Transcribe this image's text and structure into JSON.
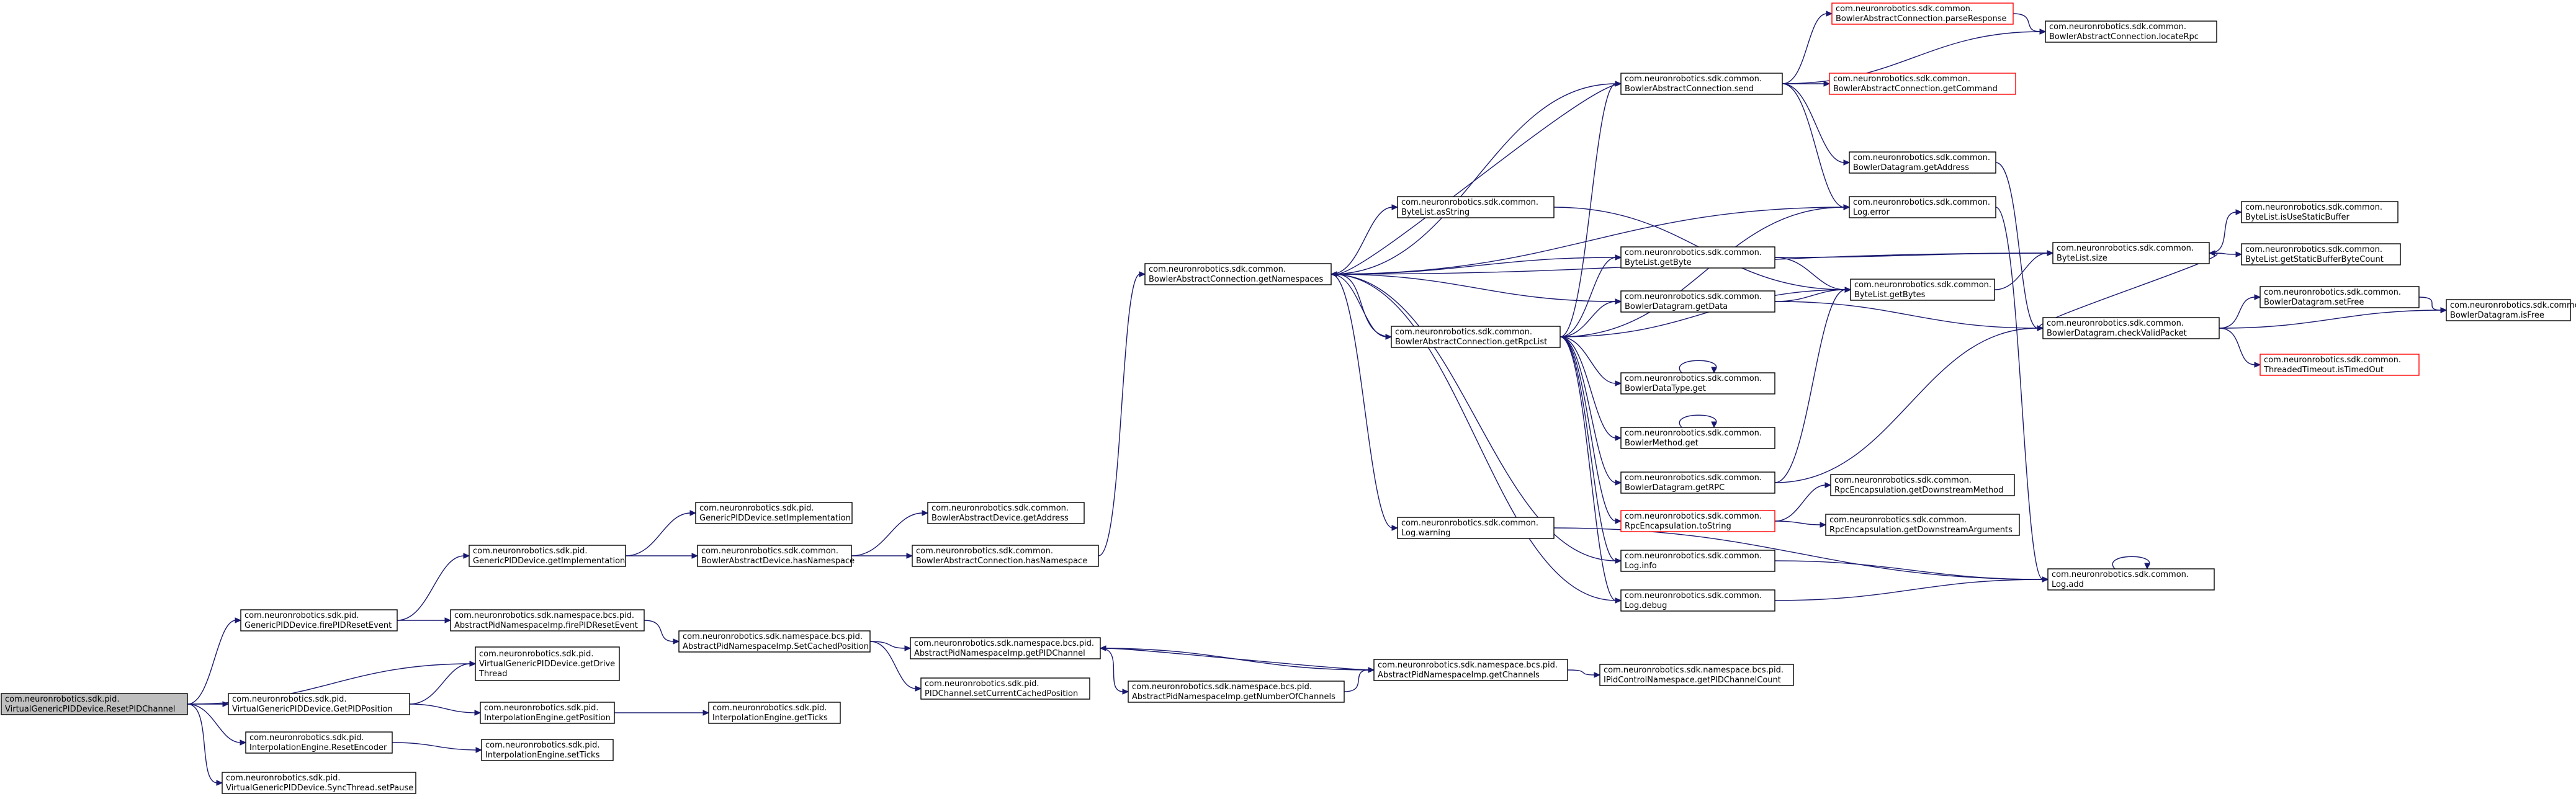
{
  "colors": {
    "edge": "#191970",
    "root_fill": "#bfbfbf",
    "highlight_border": "#ff0000",
    "border": "#000000"
  },
  "nodes": [
    {
      "id": "root",
      "lines": [
        "com.neuronrobotics.sdk.pid.",
        "VirtualGenericPIDDevice.ResetPIDChannel"
      ],
      "style": "root"
    },
    {
      "id": "firePIDResetEvent",
      "lines": [
        "com.neuronrobotics.sdk.pid.",
        "GenericPIDDevice.firePIDResetEvent"
      ]
    },
    {
      "id": "getDriveThread",
      "lines": [
        "com.neuronrobotics.sdk.pid.",
        "VirtualGenericPIDDevice.getDrive",
        "Thread"
      ]
    },
    {
      "id": "GetPIDPosition",
      "lines": [
        "com.neuronrobotics.sdk.pid.",
        "VirtualGenericPIDDevice.GetPIDPosition"
      ]
    },
    {
      "id": "ResetEncoder",
      "lines": [
        "com.neuronrobotics.sdk.pid.",
        "InterpolationEngine.ResetEncoder"
      ]
    },
    {
      "id": "setPause",
      "lines": [
        "com.neuronrobotics.sdk.pid.",
        "VirtualGenericPIDDevice.SyncThread.setPause"
      ]
    },
    {
      "id": "getImplementation",
      "lines": [
        "com.neuronrobotics.sdk.pid.",
        "GenericPIDDevice.getImplementation"
      ]
    },
    {
      "id": "absFirePIDResetEvent",
      "lines": [
        "com.neuronrobotics.sdk.namespace.bcs.pid.",
        "AbstractPidNamespaceImp.firePIDResetEvent"
      ]
    },
    {
      "id": "getPosition",
      "lines": [
        "com.neuronrobotics.sdk.pid.",
        "InterpolationEngine.getPosition"
      ]
    },
    {
      "id": "setTicks",
      "lines": [
        "com.neuronrobotics.sdk.pid.",
        "InterpolationEngine.setTicks"
      ]
    },
    {
      "id": "setImplementation",
      "lines": [
        "com.neuronrobotics.sdk.pid.",
        "GenericPIDDevice.setImplementation"
      ]
    },
    {
      "id": "devHasNamespace",
      "lines": [
        "com.neuronrobotics.sdk.common.",
        "BowlerAbstractDevice.hasNamespace"
      ]
    },
    {
      "id": "SetCachedPosition",
      "lines": [
        "com.neuronrobotics.sdk.namespace.bcs.pid.",
        "AbstractPidNamespaceImp.SetCachedPosition"
      ]
    },
    {
      "id": "getTicks",
      "lines": [
        "com.neuronrobotics.sdk.pid.",
        "InterpolationEngine.getTicks"
      ]
    },
    {
      "id": "devGetAddress",
      "lines": [
        "com.neuronrobotics.sdk.common.",
        "BowlerAbstractDevice.getAddress"
      ]
    },
    {
      "id": "connHasNamespace",
      "lines": [
        "com.neuronrobotics.sdk.common.",
        "BowlerAbstractConnection.hasNamespace"
      ]
    },
    {
      "id": "getPIDChannel",
      "lines": [
        "com.neuronrobotics.sdk.namespace.bcs.pid.",
        "AbstractPidNamespaceImp.getPIDChannel"
      ]
    },
    {
      "id": "setCurrentCachedPosition",
      "lines": [
        "com.neuronrobotics.sdk.pid.",
        "PIDChannel.setCurrentCachedPosition"
      ]
    },
    {
      "id": "getNumberOfChannels",
      "lines": [
        "com.neuronrobotics.sdk.namespace.bcs.pid.",
        "AbstractPidNamespaceImp.getNumberOfChannels"
      ]
    },
    {
      "id": "getChannels",
      "lines": [
        "com.neuronrobotics.sdk.namespace.bcs.pid.",
        "AbstractPidNamespaceImp.getChannels"
      ]
    },
    {
      "id": "getPIDChannelCount",
      "lines": [
        "com.neuronrobotics.sdk.namespace.bcs.pid.",
        "IPidControlNamespace.getPIDChannelCount"
      ]
    },
    {
      "id": "getNamespaces",
      "lines": [
        "com.neuronrobotics.sdk.common.",
        "BowlerAbstractConnection.getNamespaces"
      ]
    },
    {
      "id": "asString",
      "lines": [
        "com.neuronrobotics.sdk.common.",
        "ByteList.asString"
      ]
    },
    {
      "id": "getRpcList",
      "lines": [
        "com.neuronrobotics.sdk.common.",
        "BowlerAbstractConnection.getRpcList"
      ]
    },
    {
      "id": "warning",
      "lines": [
        "com.neuronrobotics.sdk.common.",
        "Log.warning"
      ]
    },
    {
      "id": "send",
      "lines": [
        "com.neuronrobotics.sdk.common.",
        "BowlerAbstractConnection.send"
      ]
    },
    {
      "id": "parseResponse",
      "lines": [
        "com.neuronrobotics.sdk.common.",
        "BowlerAbstractConnection.parseResponse"
      ],
      "style": "red"
    },
    {
      "id": "locateRpc",
      "lines": [
        "com.neuronrobotics.sdk.common.",
        "BowlerAbstractConnection.locateRpc"
      ]
    },
    {
      "id": "getCommand",
      "lines": [
        "com.neuronrobotics.sdk.common.",
        "BowlerAbstractConnection.getCommand"
      ],
      "style": "red"
    },
    {
      "id": "dgGetAddress",
      "lines": [
        "com.neuronrobotics.sdk.common.",
        "BowlerDatagram.getAddress"
      ]
    },
    {
      "id": "error",
      "lines": [
        "com.neuronrobotics.sdk.common.",
        "Log.error"
      ]
    },
    {
      "id": "getByte",
      "lines": [
        "com.neuronrobotics.sdk.common.",
        "ByteList.getByte"
      ]
    },
    {
      "id": "getData",
      "lines": [
        "com.neuronrobotics.sdk.common.",
        "BowlerDatagram.getData"
      ]
    },
    {
      "id": "getBytes",
      "lines": [
        "com.neuronrobotics.sdk.common.",
        "ByteList.getBytes"
      ]
    },
    {
      "id": "dataTypeGet",
      "lines": [
        "com.neuronrobotics.sdk.common.",
        "BowlerDataType.get"
      ]
    },
    {
      "id": "methodGet",
      "lines": [
        "com.neuronrobotics.sdk.common.",
        "BowlerMethod.get"
      ]
    },
    {
      "id": "getRPC",
      "lines": [
        "com.neuronrobotics.sdk.common.",
        "BowlerDatagram.getRPC"
      ]
    },
    {
      "id": "toString",
      "lines": [
        "com.neuronrobotics.sdk.common.",
        "RpcEncapsulation.toString"
      ],
      "style": "red"
    },
    {
      "id": "info",
      "lines": [
        "com.neuronrobotics.sdk.common.",
        "Log.info"
      ]
    },
    {
      "id": "debug",
      "lines": [
        "com.neuronrobotics.sdk.common.",
        "Log.debug"
      ]
    },
    {
      "id": "size",
      "lines": [
        "com.neuronrobotics.sdk.common.",
        "ByteList.size"
      ]
    },
    {
      "id": "checkValidPacket",
      "lines": [
        "com.neuronrobotics.sdk.common.",
        "BowlerDatagram.checkValidPacket"
      ]
    },
    {
      "id": "getDownstreamMethod",
      "lines": [
        "com.neuronrobotics.sdk.common.",
        "RpcEncapsulation.getDownstreamMethod"
      ]
    },
    {
      "id": "getDownstreamArguments",
      "lines": [
        "com.neuronrobotics.sdk.common.",
        "RpcEncapsulation.getDownstreamArguments"
      ]
    },
    {
      "id": "add",
      "lines": [
        "com.neuronrobotics.sdk.common.",
        "Log.add"
      ]
    },
    {
      "id": "isUseStaticBuffer",
      "lines": [
        "com.neuronrobotics.sdk.common.",
        "ByteList.isUseStaticBuffer"
      ]
    },
    {
      "id": "getStaticBufferByteCount",
      "lines": [
        "com.neuronrobotics.sdk.common.",
        "ByteList.getStaticBufferByteCount"
      ]
    },
    {
      "id": "setFree",
      "lines": [
        "com.neuronrobotics.sdk.common.",
        "BowlerDatagram.setFree"
      ]
    },
    {
      "id": "isFree",
      "lines": [
        "com.neuronrobotics.sdk.common.",
        "BowlerDatagram.isFree"
      ]
    },
    {
      "id": "isTimedOut",
      "lines": [
        "com.neuronrobotics.sdk.common.",
        "ThreadedTimeout.isTimedOut"
      ],
      "style": "red"
    }
  ],
  "edges": [
    [
      "root",
      "firePIDResetEvent"
    ],
    [
      "root",
      "getDriveThread"
    ],
    [
      "root",
      "GetPIDPosition"
    ],
    [
      "root",
      "ResetEncoder"
    ],
    [
      "root",
      "setPause"
    ],
    [
      "firePIDResetEvent",
      "getImplementation"
    ],
    [
      "firePIDResetEvent",
      "absFirePIDResetEvent"
    ],
    [
      "GetPIDPosition",
      "getDriveThread"
    ],
    [
      "GetPIDPosition",
      "getPosition"
    ],
    [
      "ResetEncoder",
      "setTicks"
    ],
    [
      "getImplementation",
      "setImplementation"
    ],
    [
      "getImplementation",
      "devHasNamespace"
    ],
    [
      "absFirePIDResetEvent",
      "SetCachedPosition"
    ],
    [
      "getPosition",
      "getTicks"
    ],
    [
      "devHasNamespace",
      "devGetAddress"
    ],
    [
      "devHasNamespace",
      "connHasNamespace"
    ],
    [
      "SetCachedPosition",
      "getPIDChannel"
    ],
    [
      "SetCachedPosition",
      "setCurrentCachedPosition"
    ],
    [
      "connHasNamespace",
      "getNamespaces"
    ],
    [
      "getPIDChannel",
      "getChannels"
    ],
    [
      "getPIDChannel",
      "getNumberOfChannels"
    ],
    [
      "getNumberOfChannels",
      "getChannels"
    ],
    [
      "getChannels",
      "getPIDChannel"
    ],
    [
      "getChannels",
      "getPIDChannelCount"
    ],
    [
      "getNamespaces",
      "asString"
    ],
    [
      "getNamespaces",
      "getRpcList"
    ],
    [
      "getNamespaces",
      "warning"
    ],
    [
      "getNamespaces",
      "send"
    ],
    [
      "getNamespaces",
      "error"
    ],
    [
      "getNamespaces",
      "getByte"
    ],
    [
      "getNamespaces",
      "getData"
    ],
    [
      "getNamespaces",
      "size"
    ],
    [
      "getNamespaces",
      "info"
    ],
    [
      "getNamespaces",
      "debug"
    ],
    [
      "asString",
      "getBytes"
    ],
    [
      "getRpcList",
      "send"
    ],
    [
      "getRpcList",
      "getNamespaces"
    ],
    [
      "getRpcList",
      "getByte"
    ],
    [
      "getRpcList",
      "getData"
    ],
    [
      "getRpcList",
      "getBytes"
    ],
    [
      "getRpcList",
      "dataTypeGet"
    ],
    [
      "getRpcList",
      "methodGet"
    ],
    [
      "getRpcList",
      "getRPC"
    ],
    [
      "getRpcList",
      "toString"
    ],
    [
      "getRpcList",
      "info"
    ],
    [
      "getRpcList",
      "debug"
    ],
    [
      "getRpcList",
      "error"
    ],
    [
      "warning",
      "add"
    ],
    [
      "send",
      "parseResponse"
    ],
    [
      "send",
      "locateRpc"
    ],
    [
      "send",
      "getCommand"
    ],
    [
      "send",
      "dgGetAddress"
    ],
    [
      "send",
      "error"
    ],
    [
      "send",
      "getNamespaces"
    ],
    [
      "parseResponse",
      "locateRpc"
    ],
    [
      "dgGetAddress",
      "checkValidPacket"
    ],
    [
      "error",
      "add"
    ],
    [
      "getByte",
      "size"
    ],
    [
      "getByte",
      "getBytes"
    ],
    [
      "getData",
      "getBytes"
    ],
    [
      "getData",
      "checkValidPacket"
    ],
    [
      "getBytes",
      "size"
    ],
    [
      "dataTypeGet",
      "dataTypeGet"
    ],
    [
      "methodGet",
      "methodGet"
    ],
    [
      "getRPC",
      "getBytes"
    ],
    [
      "getRPC",
      "checkValidPacket"
    ],
    [
      "toString",
      "getDownstreamMethod"
    ],
    [
      "toString",
      "getDownstreamArguments"
    ],
    [
      "info",
      "add"
    ],
    [
      "debug",
      "add"
    ],
    [
      "add",
      "add"
    ],
    [
      "size",
      "isUseStaticBuffer"
    ],
    [
      "size",
      "getStaticBufferByteCount"
    ],
    [
      "checkValidPacket",
      "size"
    ],
    [
      "checkValidPacket",
      "setFree"
    ],
    [
      "checkValidPacket",
      "isFree"
    ],
    [
      "checkValidPacket",
      "isTimedOut"
    ],
    [
      "setFree",
      "isFree"
    ]
  ]
}
